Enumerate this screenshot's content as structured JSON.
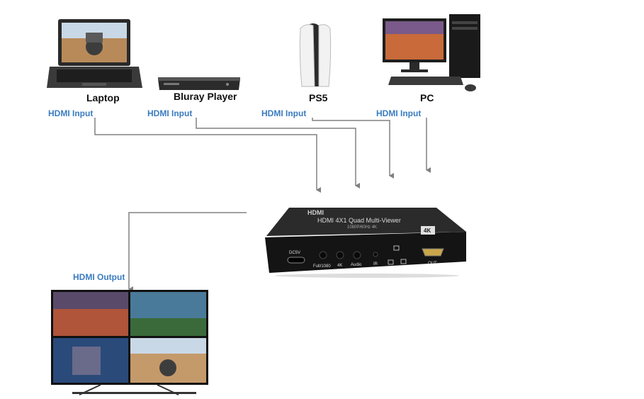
{
  "devices": {
    "laptop": "Laptop",
    "bluray": "Bluray Player",
    "ps5": "PS5",
    "pc": "PC"
  },
  "ports": {
    "laptop_input": "HDMI Input",
    "bluray_input": "HDMI Input",
    "ps5_input": "HDMI Input",
    "pc_input": "HDMI Input",
    "output": "HDMI Output"
  },
  "box": {
    "brand": "HDMI",
    "title": "HDMI 4X1 Quad Multi-Viewer",
    "subtitle": "1080P/60Hz 4K",
    "badge": "4K",
    "port_dc": "DC5V",
    "btn_full": "Full/1080",
    "btn_4k": "4K",
    "btn_audio": "Audio",
    "label_ir": "IR",
    "port_out": "OUT"
  },
  "colors": {
    "label_blue": "#3a7bbf",
    "line_gray": "#808080",
    "box_dark": "#1c1c1c"
  }
}
